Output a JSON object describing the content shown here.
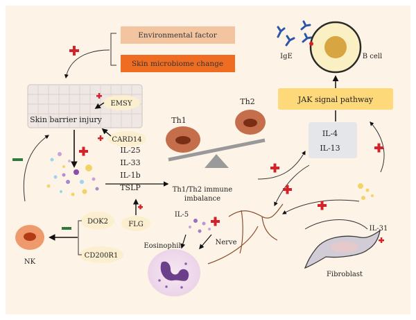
{
  "top_boxes": {
    "environmental": "Environmental factor",
    "microbiome": "Skin microbiome change"
  },
  "labels": {
    "emsy": "EMSY",
    "skin_barrier": "Skin barrier injury",
    "card14": "CARD14",
    "th1": "Th1",
    "th2": "Th2",
    "cytokines": [
      "IL-25",
      "IL-33",
      "IL-1b",
      "TSLP"
    ],
    "imbalance_line1": "Th1/Th2 immune",
    "imbalance_line2": "imbalance",
    "dok2": "DOK2",
    "cd200r1": "CD200R1",
    "nk": "NK",
    "flg": "FLG",
    "il5": "IL-5",
    "eosinophil": "Eosinophil",
    "nerve": "Nerve",
    "ige": "IgE",
    "bcell": "B cell",
    "jak": "JAK signal pathway",
    "il4": "IL-4",
    "il13": "IL-13",
    "il31": "IL-31",
    "fibroblast": "Fibroblast"
  },
  "colors": {
    "background": "#fdf3e6",
    "env_box": "#f3c4a0",
    "microbiome_box": "#ee6d22",
    "jak_box": "#fdd97a",
    "il_box": "#e4e6ea",
    "plus": "#d3222a",
    "minus": "#2d7a3a"
  }
}
